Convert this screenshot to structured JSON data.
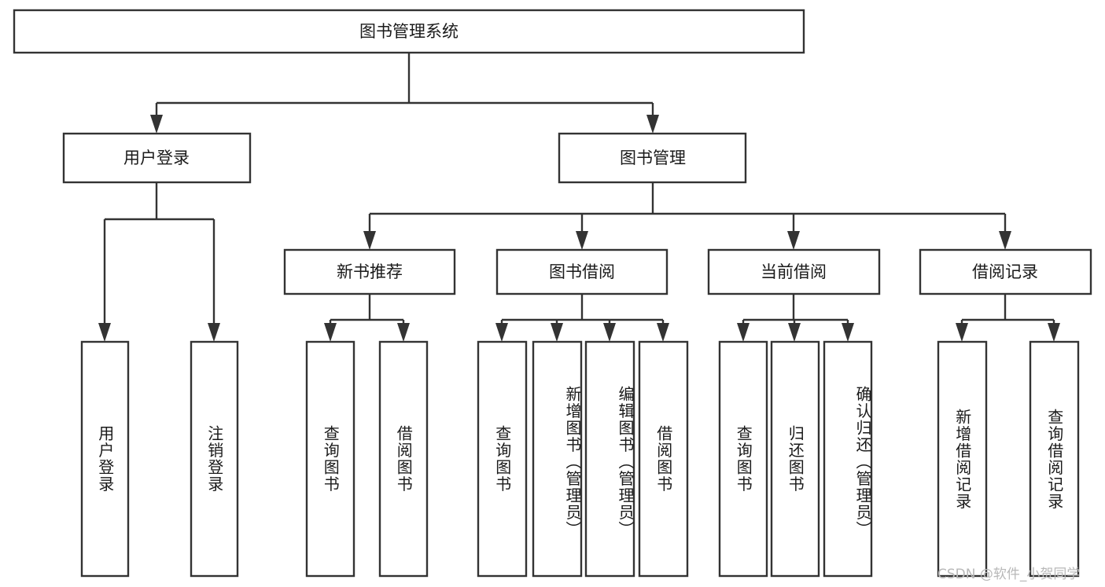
{
  "diagram": {
    "type": "hierarchy-tree",
    "title": "图书管理系统",
    "orientation": "top-down",
    "levels": 4,
    "root": {
      "label": "图书管理系统",
      "id": "root-book-management-system"
    },
    "level2": [
      {
        "id": "user-login",
        "label": "用户登录"
      },
      {
        "id": "book-management",
        "label": "图书管理"
      }
    ],
    "level3": [
      {
        "id": "new-book-recommend",
        "label": "新书推荐",
        "parent": "book-management"
      },
      {
        "id": "book-borrow",
        "label": "图书借阅",
        "parent": "book-management"
      },
      {
        "id": "current-borrow",
        "label": "当前借阅",
        "parent": "book-management"
      },
      {
        "id": "borrow-record",
        "label": "借阅记录",
        "parent": "book-management"
      }
    ],
    "leaves": {
      "user-login": [
        {
          "id": "leaf-user-login",
          "label": "用户登录"
        },
        {
          "id": "leaf-logout-login",
          "label": "注销登录"
        }
      ],
      "new-book-recommend": [
        {
          "id": "leaf-query-book-1",
          "label": "查询图书"
        },
        {
          "id": "leaf-borrow-book-1",
          "label": "借阅图书"
        }
      ],
      "book-borrow": [
        {
          "id": "leaf-query-book-2",
          "label": "查询图书"
        },
        {
          "id": "leaf-add-book-admin",
          "label": "新增图书（管理员）"
        },
        {
          "id": "leaf-edit-book-admin",
          "label": "编辑图书（管理员）"
        },
        {
          "id": "leaf-borrow-book-2",
          "label": "借阅图书"
        }
      ],
      "current-borrow": [
        {
          "id": "leaf-query-book-3",
          "label": "查询图书"
        },
        {
          "id": "leaf-return-book",
          "label": "归还图书"
        },
        {
          "id": "leaf-confirm-return-admin",
          "label": "确认归还（管理员）"
        }
      ],
      "borrow-record": [
        {
          "id": "leaf-add-borrow-record",
          "label": "新增借阅记录"
        },
        {
          "id": "leaf-query-borrow-record",
          "label": "查询借阅记录"
        }
      ]
    },
    "colors": {
      "box_stroke": "#333333",
      "box_fill": "#ffffff",
      "text": "#1a1a1a",
      "connector": "#333333",
      "background": "#ffffff",
      "watermark": "#b8b8b8"
    }
  },
  "watermark": {
    "text": "CSDN @软件_小贺同学"
  }
}
